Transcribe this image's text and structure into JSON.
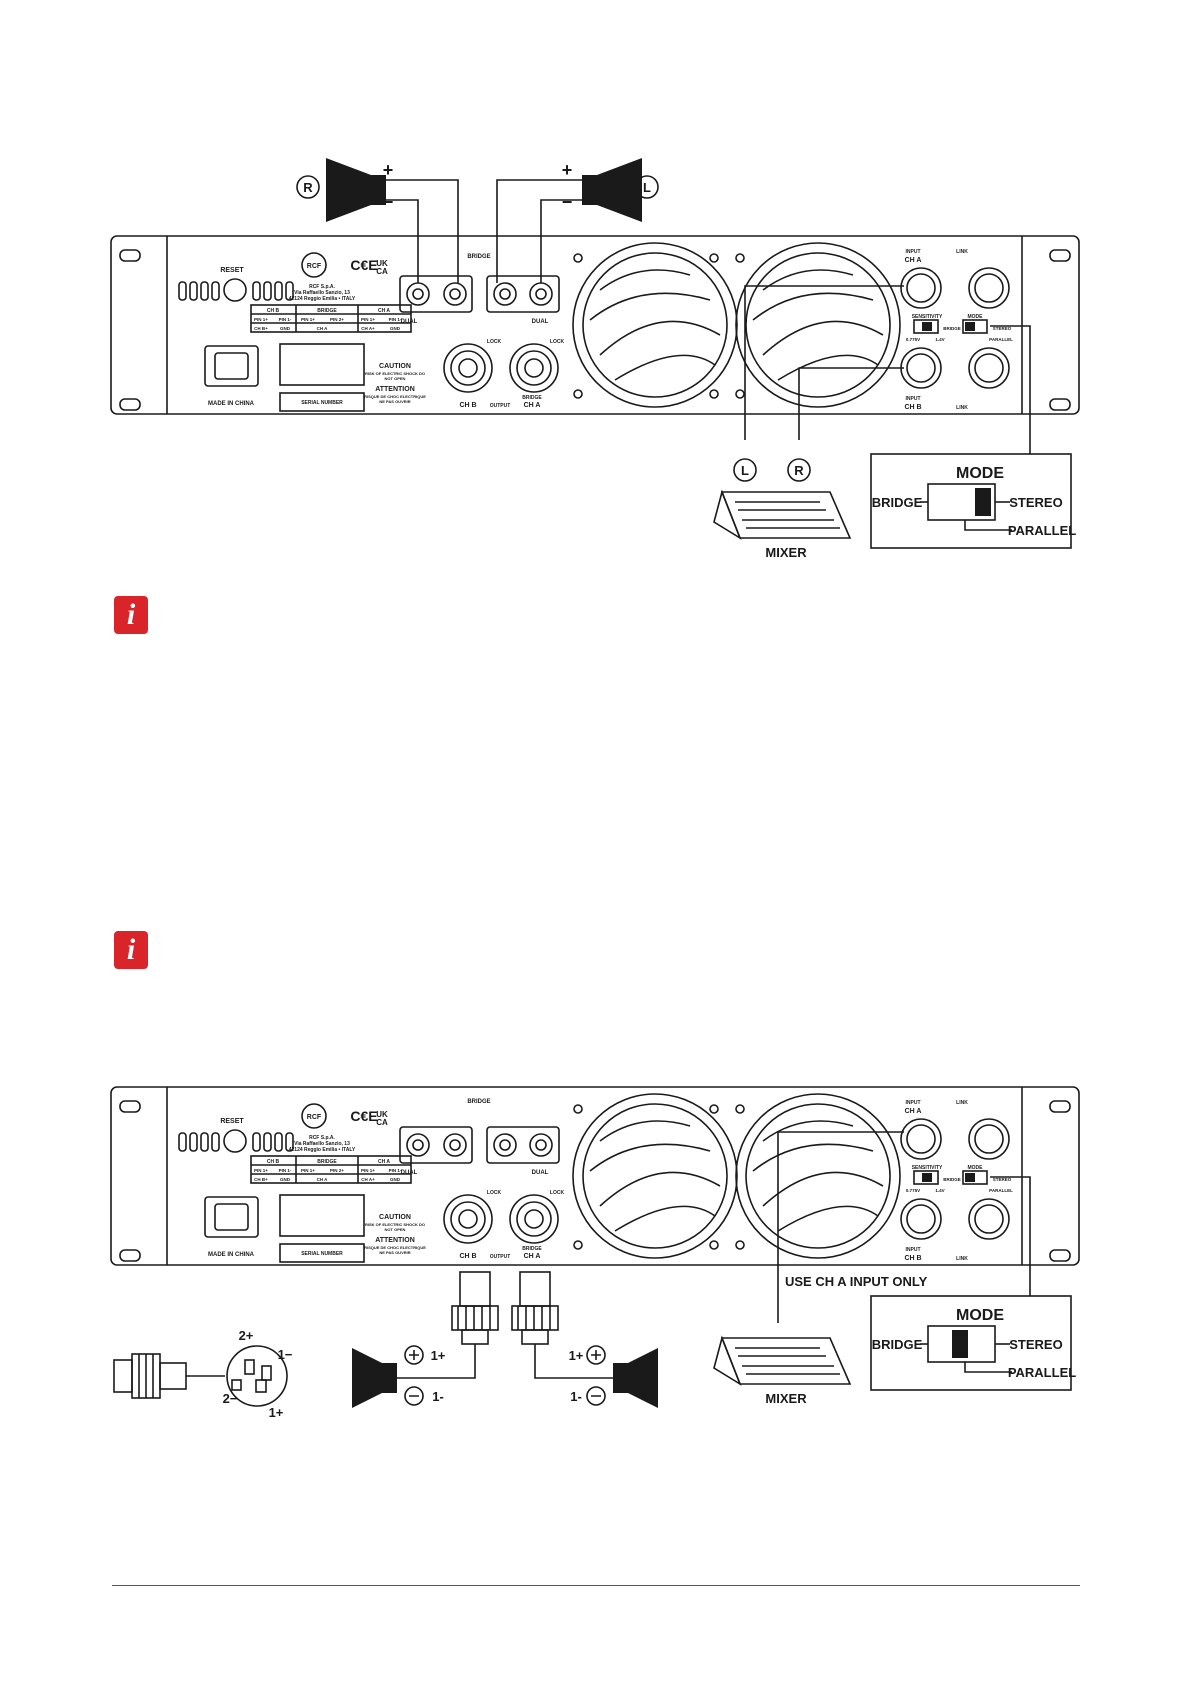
{
  "colors": {
    "info_red": "#d9252a",
    "footer_rule": "#3a5a8a",
    "ink": "#1a1a1a"
  },
  "icons": {
    "info": "i"
  },
  "panel": {
    "reset": "RESET",
    "rcf": "RCF",
    "address1": "RCF S.p.A.",
    "address2": "Via Raffaello Sanzio, 13",
    "address3": "42124 Reggio Emilia • ITALY",
    "ce": "C€E",
    "ukca1": "UK",
    "ukca2": "CA",
    "bridge": "BRIDGE",
    "dual": "DUAL",
    "pin_table": {
      "headers": [
        "CH B",
        "BRIDGE",
        "CH A"
      ],
      "row1": [
        "PIN 1+",
        "PIN 1-",
        "PIN 1+",
        "PIN 2+",
        "PIN 1+",
        "PIN 1-"
      ],
      "row2": [
        "CH B+",
        "GND",
        "CH A",
        "CH A+",
        "GND"
      ]
    },
    "made_in": "MADE IN CHINA",
    "serial": "SERIAL NUMBER",
    "caution": "CAUTION",
    "caution_sub1": "RISK OF ELECTRIC SHOCK DO",
    "caution_sub2": "NOT OPEN",
    "attention": "ATTENTION",
    "attention_sub1": "RISQUE DE CHOC ELECTRIQUE",
    "attention_sub2": "NE PAS OUVRIR",
    "lock": "LOCK",
    "ch_b": "CH B",
    "output": "OUTPUT",
    "bridge_ch_a1": "BRIDGE",
    "bridge_ch_a2": "CH A",
    "input": "INPUT",
    "ch_a": "CH A",
    "link": "LINK",
    "sensitivity": "SENSITIVITY",
    "mode": "MODE",
    "sens_low": "0.775V",
    "sens_high": "1.4V",
    "bridge_sw": "BRIDGE",
    "stereo_sw": "STEREO",
    "parallel_sw": "PARALLEL"
  },
  "diagram1": {
    "speaker_r": "R",
    "speaker_l": "L",
    "plus": "+",
    "minus": "−",
    "mixer_l": "L",
    "mixer_r": "R",
    "mixer": "MIXER",
    "mode_box": {
      "title": "MODE",
      "bridge": "BRIDGE",
      "stereo": "STEREO",
      "parallel": "PARALLEL"
    }
  },
  "diagram2": {
    "use_ch_a": "USE CH A INPUT ONLY",
    "pin_2p": "2+",
    "pin_1m": "1−",
    "pin_2m": "2−",
    "pin_1p": "1+",
    "spk_left_plus": "1+",
    "spk_left_minus": "1-",
    "spk_right_plus": "1+",
    "spk_right_minus": "1-",
    "mixer": "MIXER",
    "mode_box": {
      "title": "MODE",
      "bridge": "BRIDGE",
      "stereo": "STEREO",
      "parallel": "PARALLEL"
    }
  }
}
